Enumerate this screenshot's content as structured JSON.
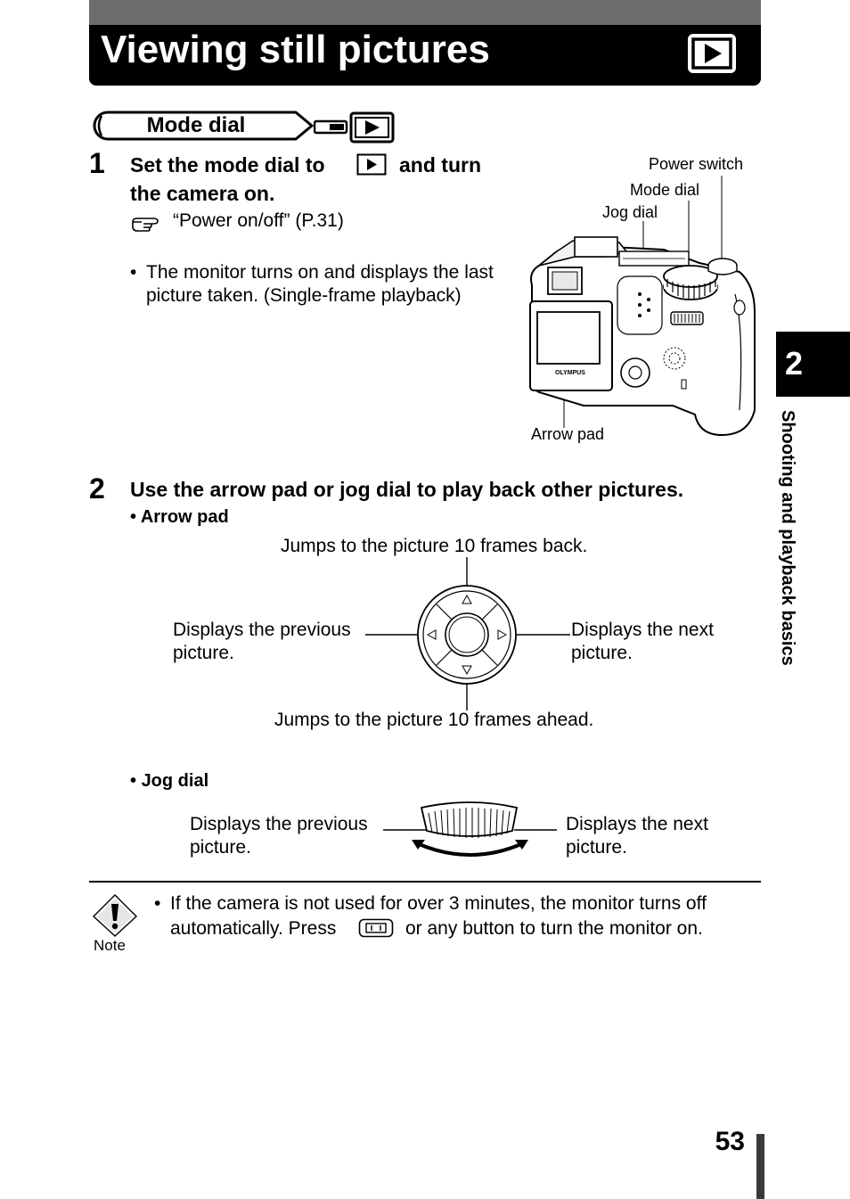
{
  "header": {
    "title": "Viewing still pictures",
    "icon": "play-mode-icon"
  },
  "mode_dial": {
    "label": "Mode dial",
    "icons": [
      "mode-lever-icon",
      "play-mode-icon"
    ]
  },
  "step1": {
    "number": "1",
    "line1_a": "Set the mode dial to",
    "line1_b": "and turn",
    "line2": "the camera on.",
    "ref": "“Power on/off” (P.31)",
    "bullet": "The monitor turns on and displays the last picture taken. (Single-frame playback)"
  },
  "camera": {
    "callouts": {
      "power_switch": "Power switch",
      "mode_dial": "Mode dial",
      "jog_dial": "Jog dial",
      "arrow_pad": "Arrow pad"
    },
    "brand": "OLYMPUS"
  },
  "step2": {
    "number": "2",
    "text": "Use the arrow pad or jog dial to play back other pictures.",
    "arrow_pad_title": "Arrow pad",
    "arrow_pad": {
      "up": "Jumps to the picture 10 frames back.",
      "left": "Displays the previous picture.",
      "right": "Displays the next picture.",
      "down": "Jumps to the picture 10 frames ahead."
    },
    "jog_dial_title": "Jog dial",
    "jog_dial": {
      "left": "Displays the previous picture.",
      "right": "Displays the next picture."
    }
  },
  "note": {
    "label": "Note",
    "line1": "If the camera is not used for over 3 minutes, the monitor turns off",
    "line2_a": "automatically. Press",
    "line2_b": "or any button to turn the monitor on."
  },
  "side_tab": {
    "chapter": "2",
    "title": "Shooting and playback basics"
  },
  "footer": {
    "page_number": "53"
  }
}
